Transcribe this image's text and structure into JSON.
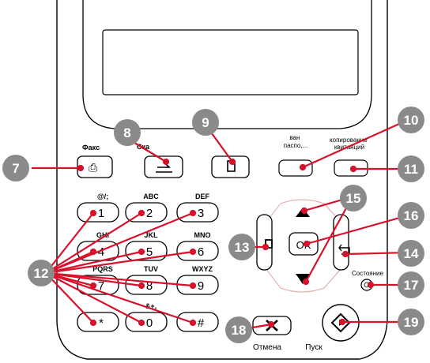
{
  "labels": {
    "fax": "Факс",
    "scan": "Ска",
    "id_copy": "ван\nпаспо,...",
    "receipt_copy": "копирование\nквитанций",
    "cancel": "Отмена",
    "start": "Пуск",
    "status": "Состояние",
    "ok": "OK"
  },
  "keypad": [
    {
      "key": "1",
      "letters": "@/;"
    },
    {
      "key": "2",
      "letters": "ABC"
    },
    {
      "key": "3",
      "letters": "DEF"
    },
    {
      "key": "4",
      "letters": "GHI"
    },
    {
      "key": "5",
      "letters": "JKL"
    },
    {
      "key": "6",
      "letters": "MNO"
    },
    {
      "key": "7",
      "letters": "PQRS"
    },
    {
      "key": "8",
      "letters": "TUV"
    },
    {
      "key": "9",
      "letters": "WXYZ"
    },
    {
      "key": "*",
      "letters": ""
    },
    {
      "key": "0",
      "letters": "&+,"
    },
    {
      "key": "#",
      "letters": ""
    }
  ],
  "callouts": [
    "7",
    "8",
    "9",
    "10",
    "11",
    "12",
    "13",
    "14",
    "15",
    "16",
    "17",
    "18",
    "19"
  ],
  "colors": {
    "callout_fill": "#8a8a8a",
    "leader_line": "#d8102a",
    "panel_outline": "#000000"
  }
}
